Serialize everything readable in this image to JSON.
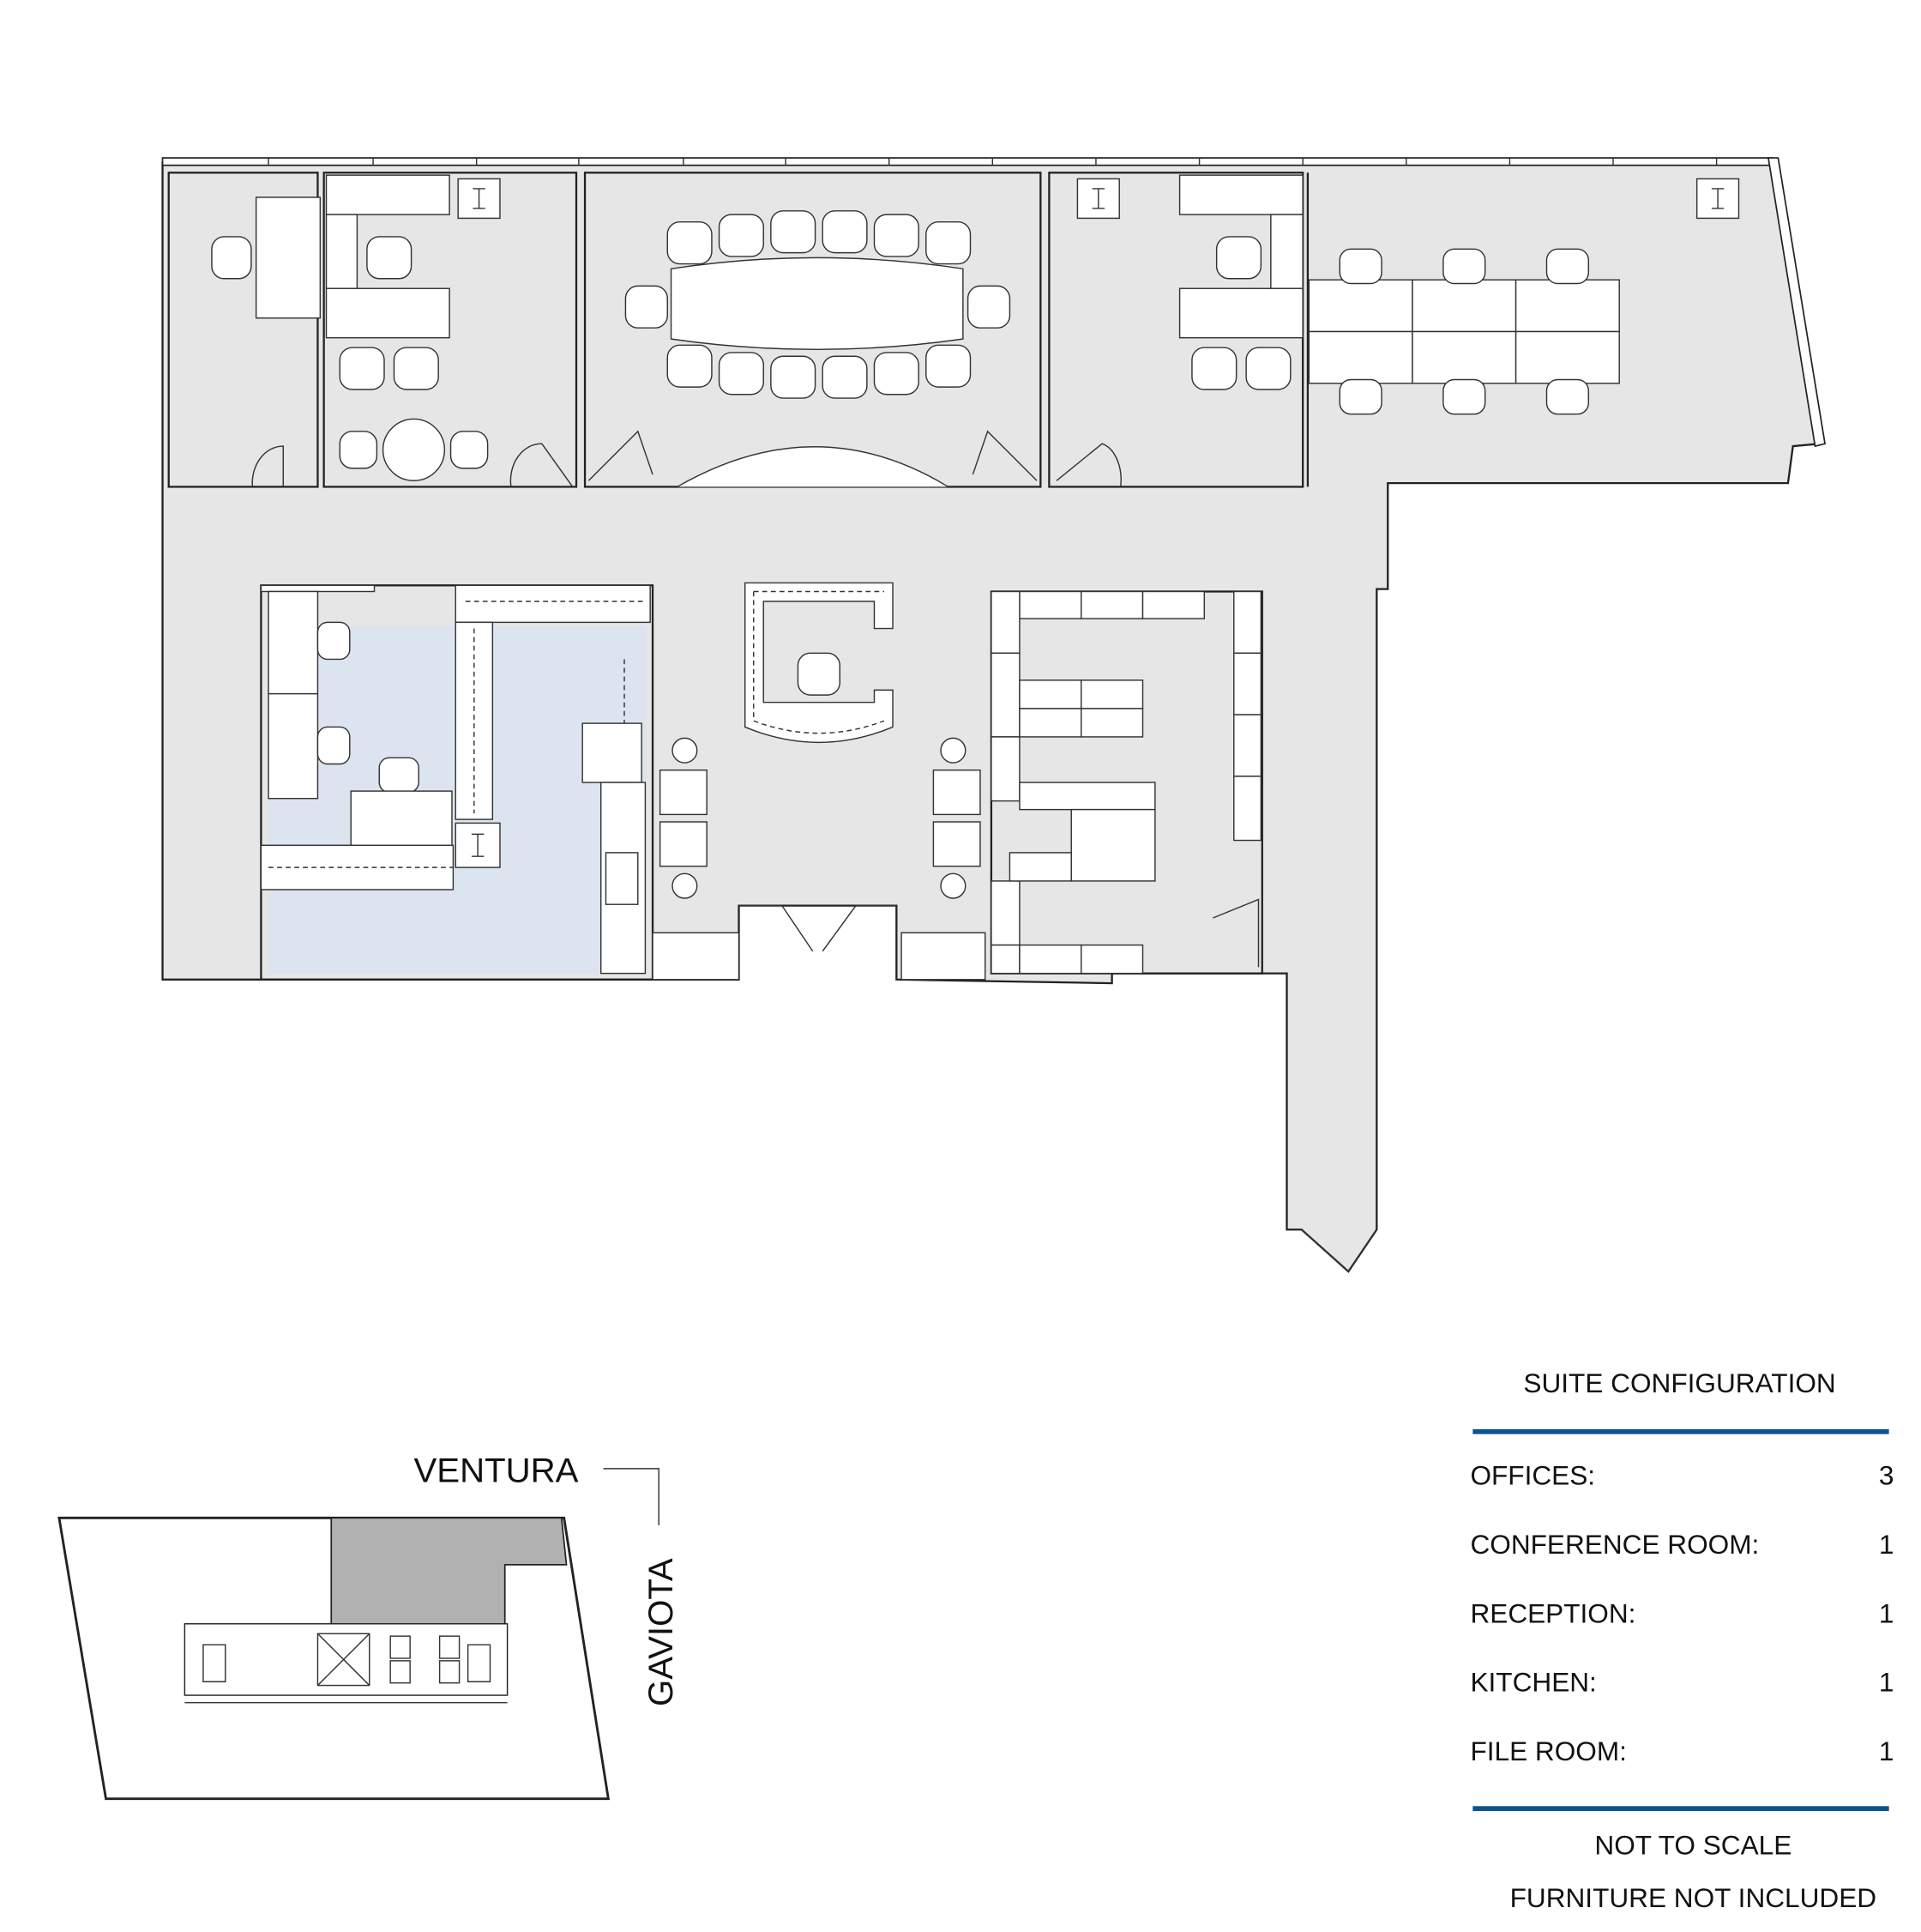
{
  "key_plan": {
    "street_top": "VENTURA",
    "street_right": "GAVIOTA"
  },
  "legend": {
    "title": "SUITE CONFIGURATION",
    "items": [
      {
        "label": "OFFICES:",
        "value": "3"
      },
      {
        "label": "CONFERENCE ROOM:",
        "value": "1"
      },
      {
        "label": "RECEPTION:",
        "value": "1"
      },
      {
        "label": "KITCHEN:",
        "value": "1"
      },
      {
        "label": "FILE ROOM:",
        "value": "1"
      }
    ],
    "note_scale": "NOT TO SCALE",
    "note_furniture": "FURNITURE NOT INCLUDED"
  },
  "colors": {
    "corridor": "#e6e6e6",
    "room": "#dbe4ef",
    "accent_rule": "#0d5291",
    "suite_highlight": "#b1b1b1"
  }
}
